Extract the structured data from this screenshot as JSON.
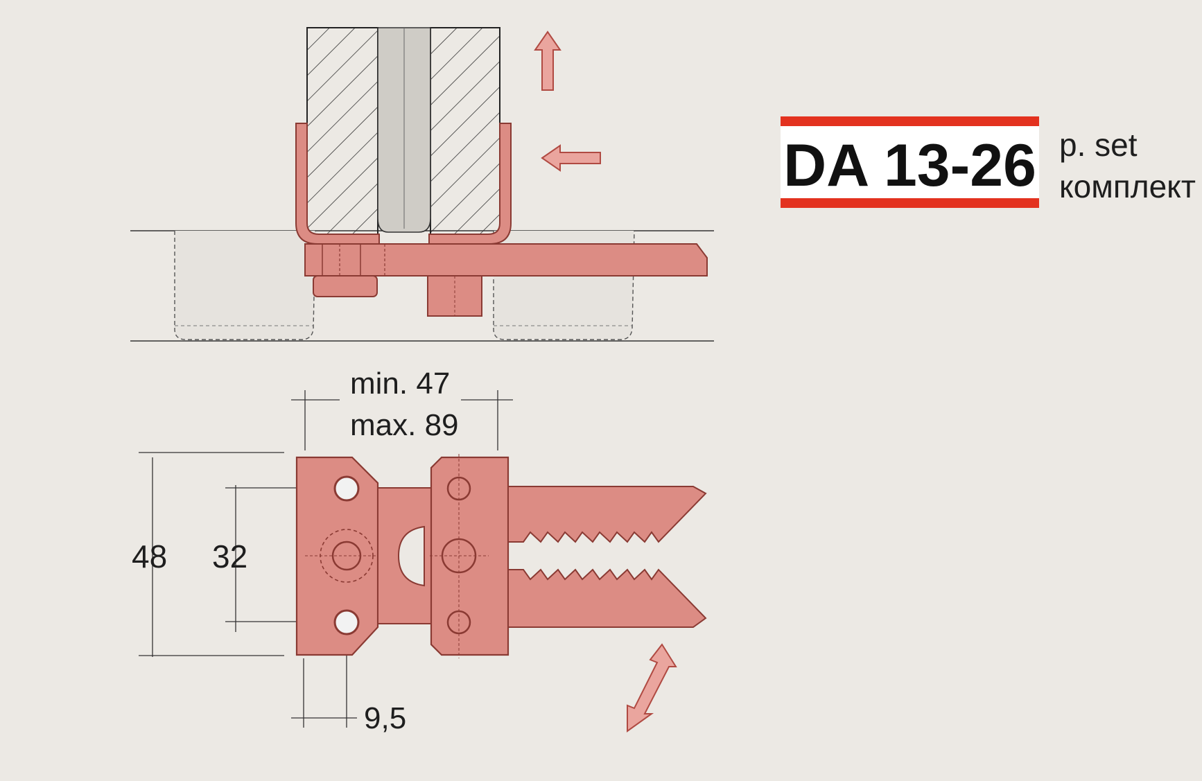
{
  "product": {
    "code": "DA 13-26",
    "unit_en": "p. set",
    "unit_ru": "комплект"
  },
  "dimensions": {
    "width_min": "min. 47",
    "width_max": "max. 89",
    "height_outer": "48",
    "height_holes": "32",
    "offset": "9,5"
  },
  "colors": {
    "part_fill": "#dc8c84",
    "part_stroke": "#b04a42",
    "accent_red": "#e3321f",
    "background": "#ece9e4"
  }
}
